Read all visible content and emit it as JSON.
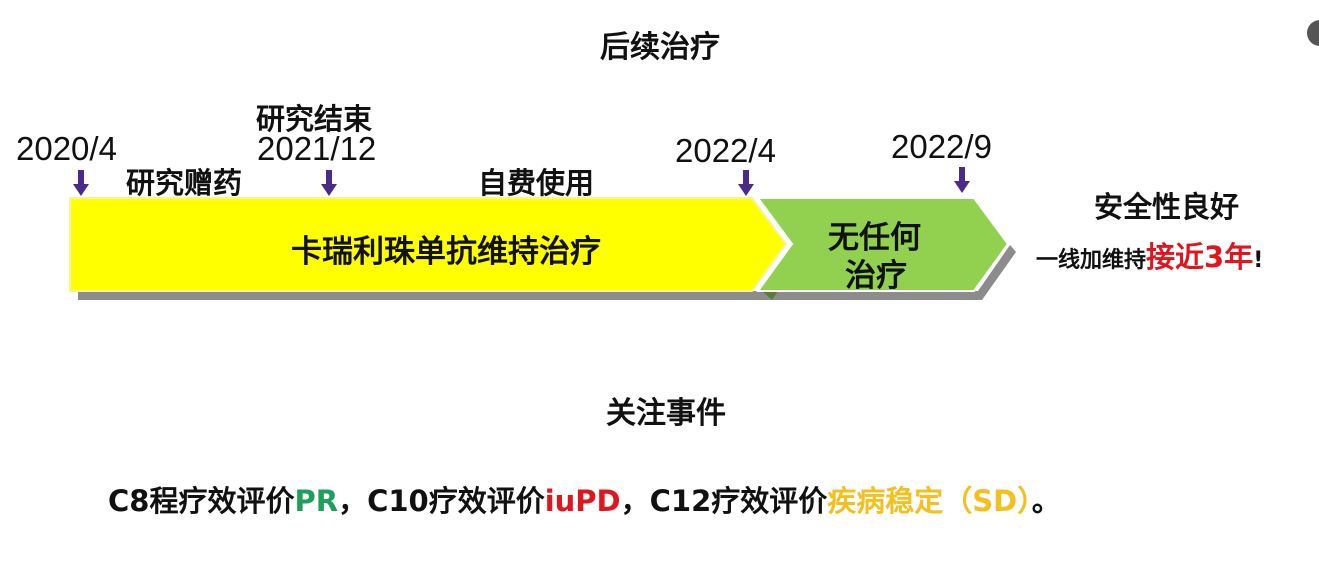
{
  "header": {
    "title": "后续治疗"
  },
  "timeline": {
    "markers": [
      {
        "date": "2020/4",
        "label": ""
      },
      {
        "date": "2021/12",
        "label": "研究结束"
      },
      {
        "date": "2022/4",
        "label": ""
      },
      {
        "date": "2022/9",
        "label": ""
      }
    ],
    "periods": [
      {
        "label": "研究赠药"
      },
      {
        "label": "自费使用"
      }
    ],
    "bars": [
      {
        "label": "卡瑞利珠单抗维持治疗",
        "color": "#ffff00"
      },
      {
        "label_line1": "无任何",
        "label_line2": "治疗",
        "color": "#92d050"
      }
    ],
    "marker_color": "#4b2a8c",
    "shadow_color": "#8c8c8c"
  },
  "right_note": {
    "line1": "安全性良好",
    "line2_prefix": "一线加维持",
    "line2_highlight": "接近3年",
    "line2_suffix": "!"
  },
  "events": {
    "title": "关注事件",
    "segments": [
      {
        "text": "C8程疗效评价",
        "color": "default"
      },
      {
        "text": "PR",
        "color": "green"
      },
      {
        "text": "，C10疗效评价",
        "color": "default"
      },
      {
        "text": "iuPD",
        "color": "red"
      },
      {
        "text": "，C12疗效评价",
        "color": "default"
      },
      {
        "text": "疾病稳定（SD）",
        "color": "yellow"
      },
      {
        "text": "。",
        "color": "default"
      }
    ]
  },
  "colors": {
    "green": "#1fa05a",
    "red": "#e0161e",
    "yellow": "#f4c020"
  }
}
